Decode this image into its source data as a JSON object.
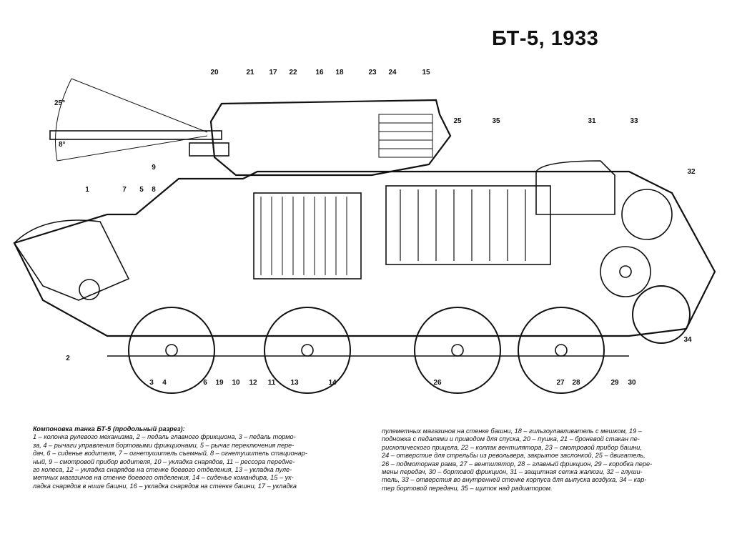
{
  "title": "БТ-5, 1933",
  "angles": {
    "elevation": "25°",
    "depression": "8°"
  },
  "callouts": [
    "20",
    "21",
    "17",
    "22",
    "16",
    "18",
    "23",
    "24",
    "15",
    "25",
    "35",
    "31",
    "33",
    "32",
    "9",
    "1",
    "7",
    "5",
    "8",
    "2",
    "3",
    "4",
    "6",
    "19",
    "10",
    "12",
    "11",
    "13",
    "14",
    "26",
    "27",
    "28",
    "29",
    "30",
    "34"
  ],
  "caption": {
    "heading": "Компоновка танка БТ-5 (продольный разрез):",
    "left_lines": [
      "1 – колонка рулевого механизма, 2 – педаль главного фрикциона, 3 – педаль тормо-",
      "за, 4 – рычаги управления бортовыми фрикционами, 5 – рычаг переключения пере-",
      "дач, 6 – сиденье водителя, 7 – огнетушитель съемный, 8 – огнетушитель стационар-",
      "ный, 9 – смотровой прибор водителя, 10 – укладка снарядов, 11 – рессора передне-",
      "го колеса, 12 – укладка снарядов на стенке боевого отделения, 13 – укладка пуле-",
      "метных магазинов на стенке боевого отделения, 14 – сиденье командира, 15 – ук-",
      "ладка снарядов в нише башни, 16 – укладка снарядов на стенке башни, 17 – укладка"
    ],
    "right_lines": [
      "пулеметных магазинов на стенке башни, 18 – гильзоулавливатель с мешком, 19 –",
      "подножка с педалями и приводом для спуска, 20 – пушка, 21 – броневой стакан пе-",
      "рископического прицела, 22 – колпак вентилятора, 23 – смотровой прибор башни,",
      "24 – отверстие для стрельбы из револьвера, закрытое заслонкой, 25 – двигатель,",
      "26 – подмоторная рама, 27 – вентилятор, 28 – главный фрикцион, 29 – коробка пере-",
      "мены передач, 30 – бортовой фрикцион, 31 – защитная сетка жалюзи, 32 – глуши-",
      "тель, 33 – отверстия во внутренней стенке корпуса для выпуска воздуха, 34 – кар-",
      "тер бортовой передачи, 35 – щиток над радиатором."
    ]
  }
}
